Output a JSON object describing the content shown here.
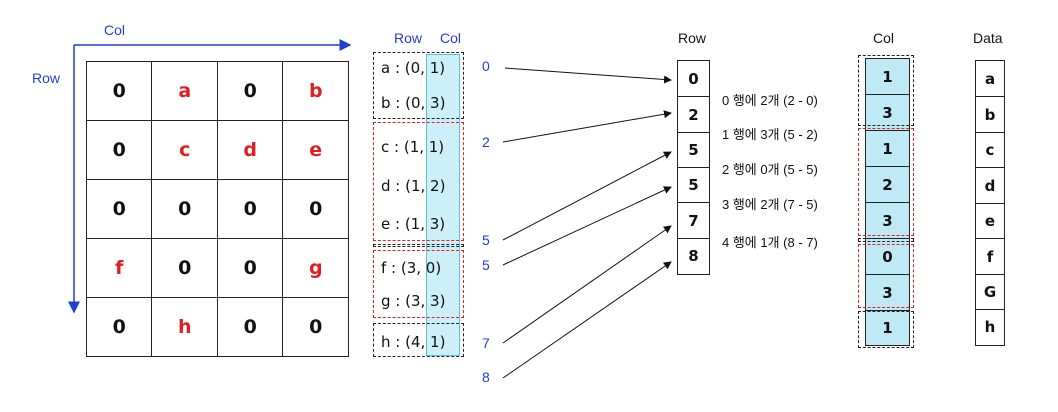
{
  "matrix": {
    "col_axis_label": "Col",
    "row_axis_label": "Row",
    "rows": [
      [
        "0",
        "a",
        "0",
        "b"
      ],
      [
        "0",
        "c",
        "d",
        "e"
      ],
      [
        "0",
        "0",
        "0",
        "0"
      ],
      [
        "f",
        "0",
        "0",
        "g"
      ],
      [
        "0",
        "h",
        "0",
        "0"
      ]
    ]
  },
  "coordinates": {
    "row_header": "Row",
    "col_header": "Col",
    "items": [
      "a : (0, 1)",
      "b : (0, 3)",
      "c : (1, 1)",
      "d : (1, 2)",
      "e : (1, 3)",
      "f : (3, 0)",
      "g : (3, 3)",
      "h : (4, 1)"
    ]
  },
  "pointer_indices": [
    "0",
    "2",
    "5",
    "5",
    "7",
    "8"
  ],
  "row_array": {
    "header": "Row",
    "values": [
      "0",
      "2",
      "5",
      "5",
      "7",
      "8"
    ]
  },
  "row_notes": [
    "0 행에 2개 (2 - 0)",
    "1 행에 3개 (5 - 2)",
    "2 행에 0개 (5 - 5)",
    "3 행에 2개 (7 - 5)",
    "4 행에 1개 (8 - 7)"
  ],
  "col_array": {
    "header": "Col",
    "values": [
      "1",
      "3",
      "1",
      "2",
      "3",
      "0",
      "3",
      "1"
    ]
  },
  "data_array": {
    "header": "Data",
    "values": [
      "a",
      "b",
      "c",
      "d",
      "e",
      "f",
      "G",
      "h"
    ]
  },
  "colors": {
    "blue": "#1f3fd6",
    "red": "#e02020",
    "highlight": "#cdeffa"
  }
}
